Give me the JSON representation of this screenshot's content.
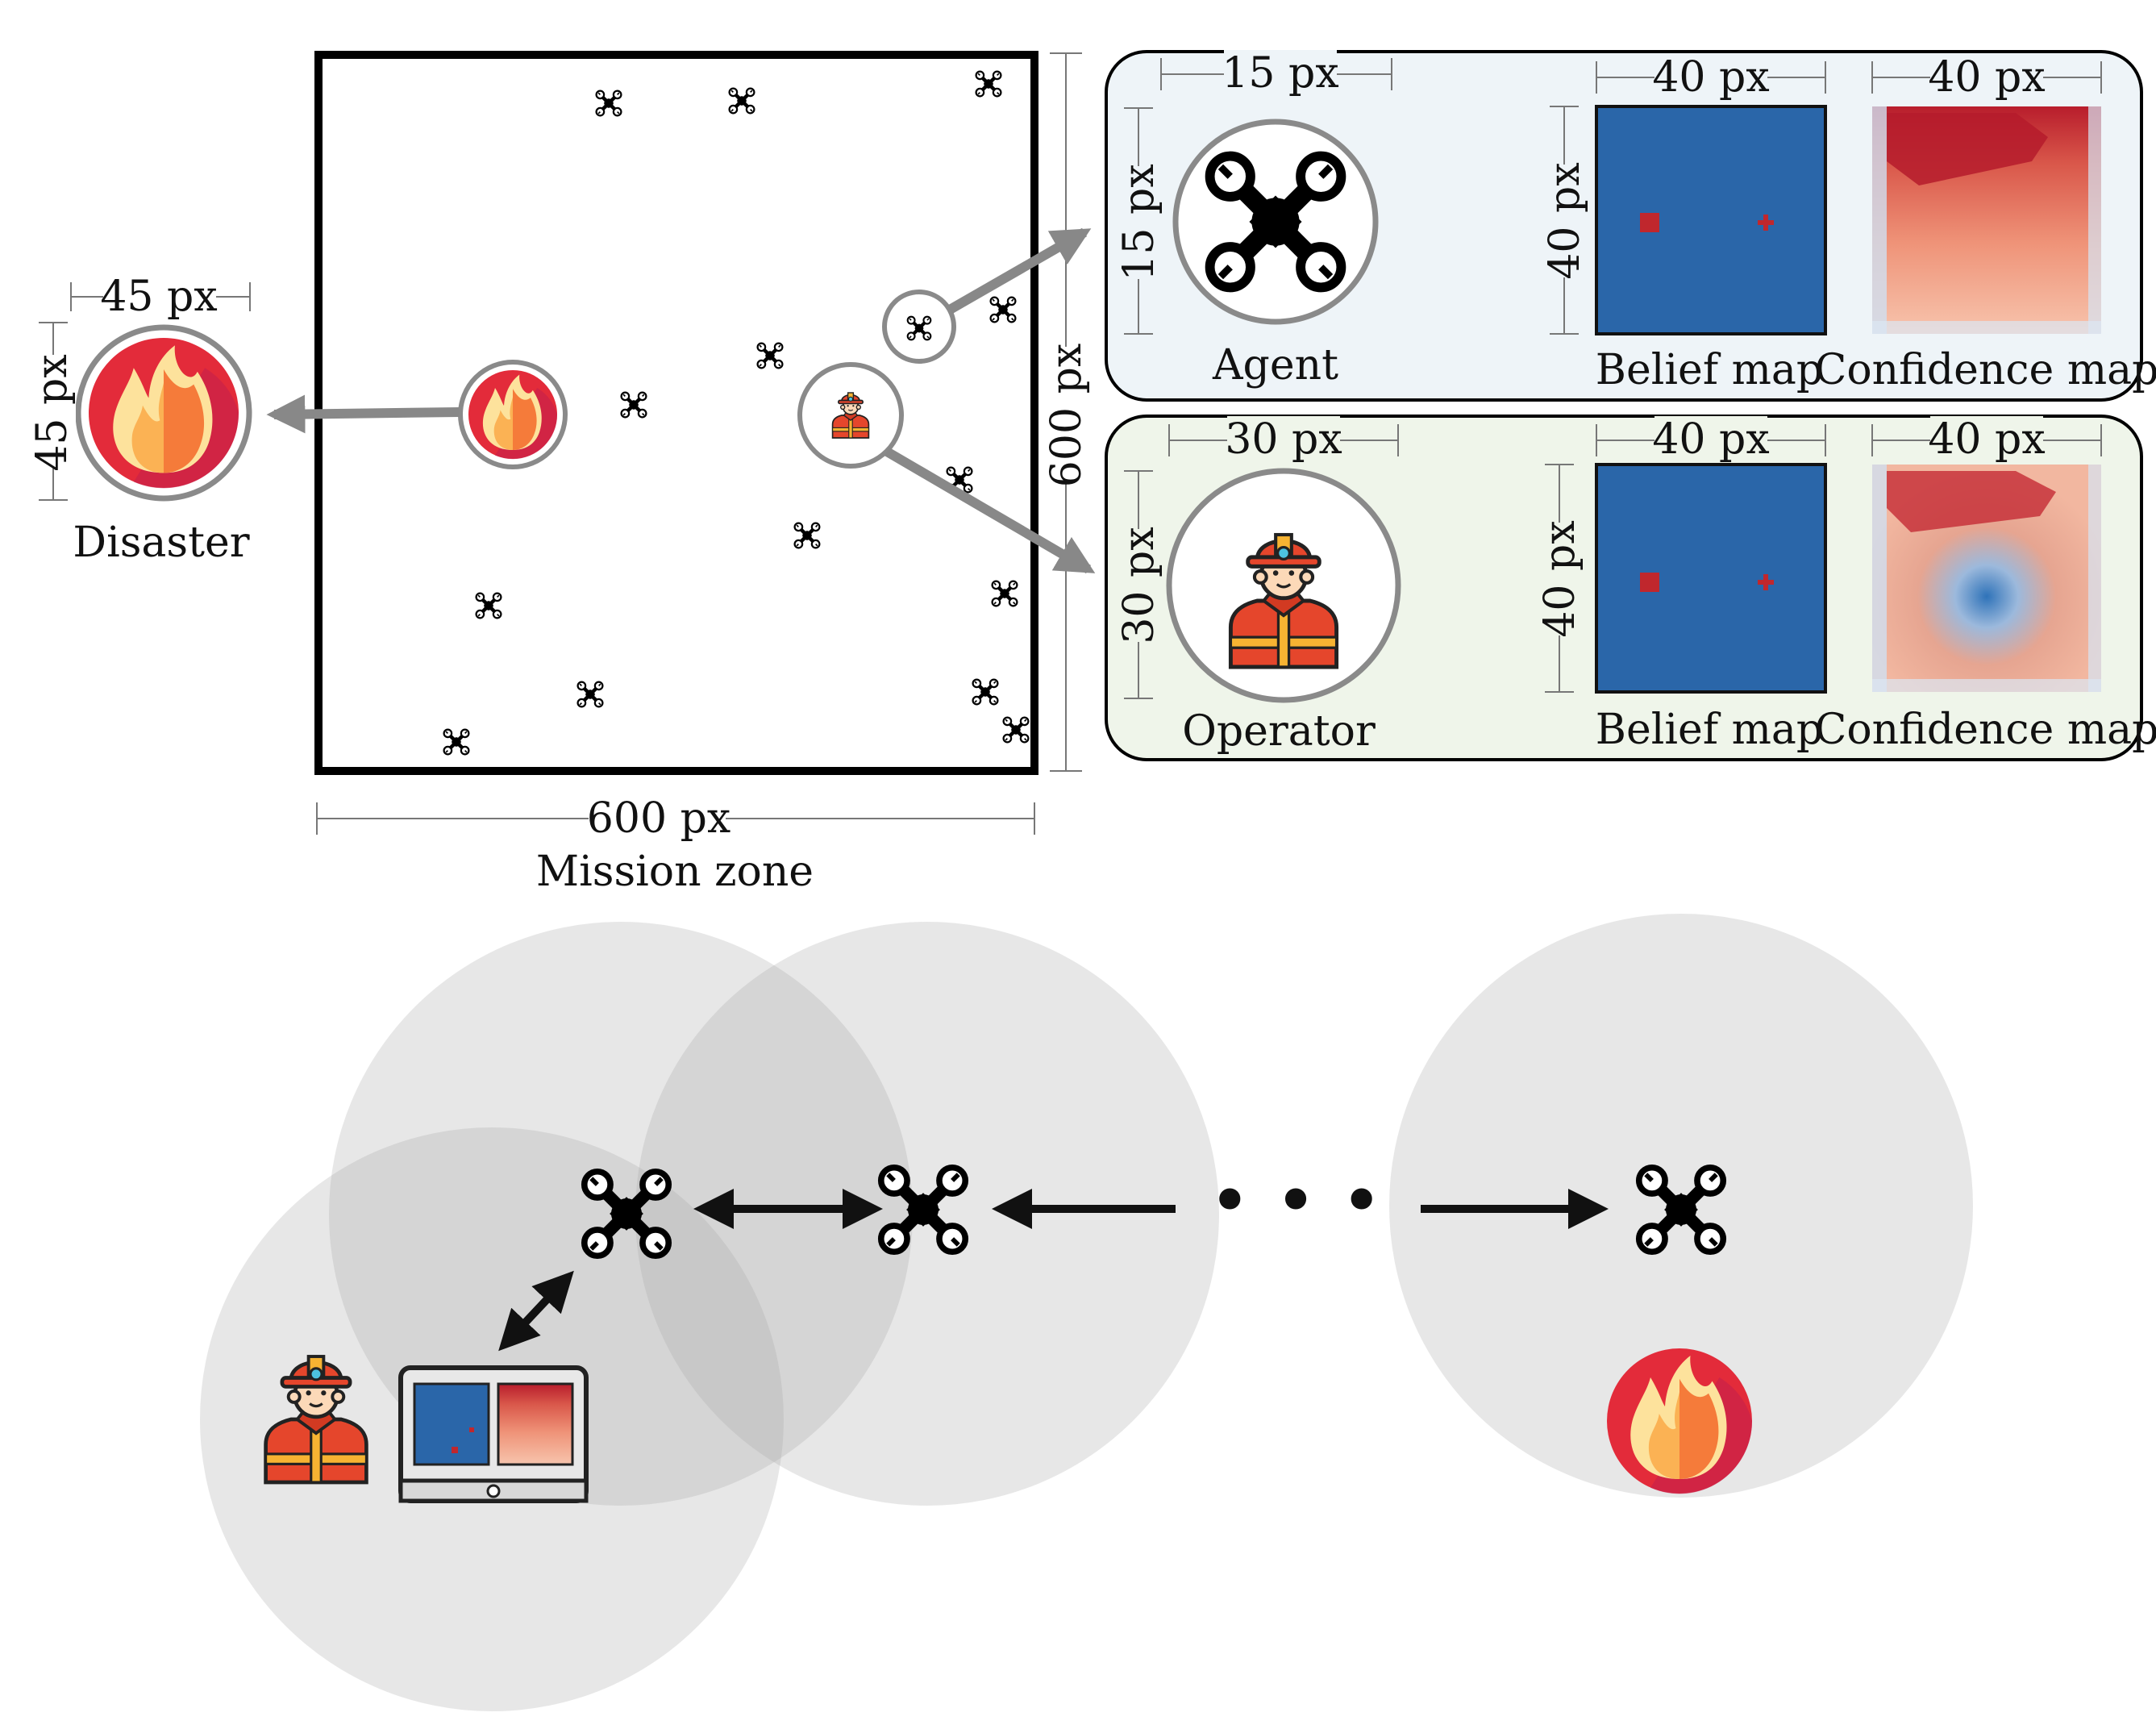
{
  "labels": {
    "disaster": "Disaster",
    "mission_zone": "Mission zone",
    "agent": "Agent",
    "operator": "Operator",
    "belief_map": "Belief map",
    "confidence_map": "Confidence map",
    "ellipsis": "• • •"
  },
  "dimensions": {
    "disaster_w": "45 px",
    "disaster_h": "45 px",
    "zone_w": "600 px",
    "zone_h": "600 px",
    "agent_w": "15 px",
    "agent_h": "15 px",
    "operator_w": "30 px",
    "operator_h": "30 px",
    "map_size": "40 px"
  },
  "colors": {
    "belief_bg": "#2a66a9",
    "marker_red": "#c0272d",
    "agent_panel_bg": "#eef4f8",
    "operator_panel_bg": "#eff5ea",
    "range_circle": "#bdbdbd",
    "arrow_gray": "#888888",
    "flame_outer": "#e32b3a",
    "flame_orange": "#f57b3a",
    "flame_yellow": "#fde29c"
  },
  "icons": [
    "drone-icon",
    "firefighter-icon",
    "fire-icon",
    "laptop-icon",
    "belief-map",
    "confidence-map"
  ]
}
